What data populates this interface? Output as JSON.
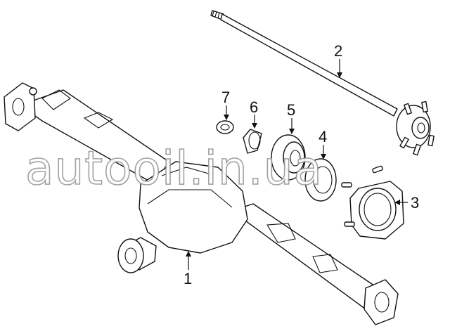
{
  "watermark": "autooil.in.ua",
  "callouts": [
    {
      "id": "1",
      "text": "1"
    },
    {
      "id": "2",
      "text": "2"
    },
    {
      "id": "3",
      "text": "3"
    },
    {
      "id": "4",
      "text": "4"
    },
    {
      "id": "5",
      "text": "5"
    },
    {
      "id": "6",
      "text": "6"
    },
    {
      "id": "7",
      "text": "7"
    }
  ]
}
